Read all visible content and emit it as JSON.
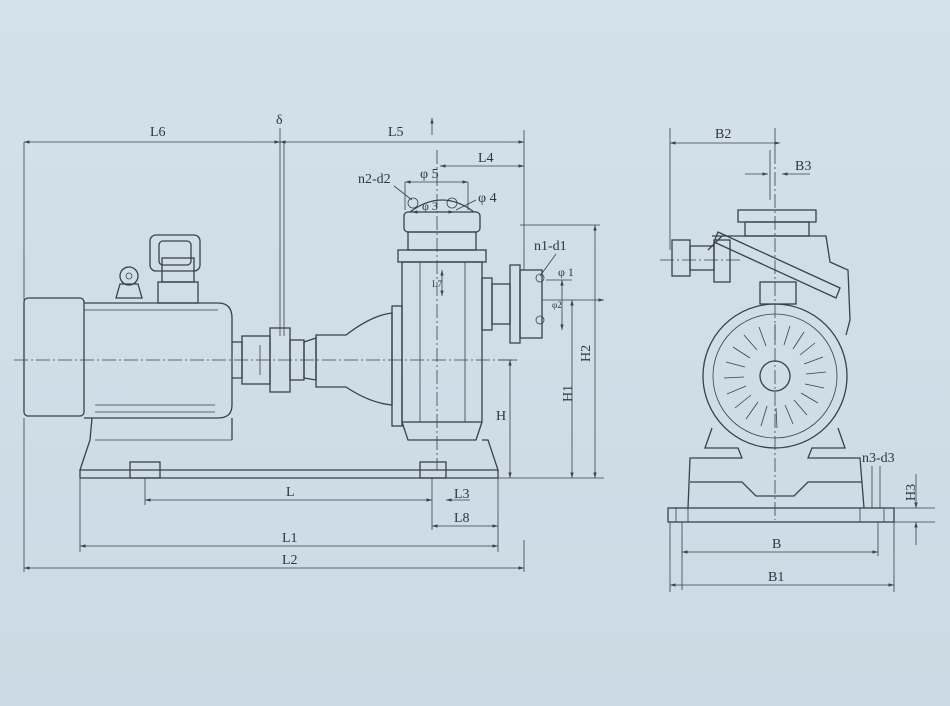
{
  "labels": {
    "L6": "L6",
    "delta": "δ",
    "L5": "L5",
    "L4": "L4",
    "n2d2": "n2-d2",
    "phi5": "φ 5",
    "phi3": "φ 3",
    "phi4": "φ 4",
    "n1d1": "n1-d1",
    "phi1": "φ 1",
    "phi2": "φ2",
    "L7": "L7",
    "H2": "H2",
    "H1": "H1",
    "H": "H",
    "L": "L",
    "L3": "L3",
    "L8": "L8",
    "L1": "L1",
    "L2": "L2",
    "B2": "B2",
    "B3": "B3",
    "n3d3": "n3-d3",
    "H3": "H3",
    "B": "B",
    "B1": "B1"
  }
}
